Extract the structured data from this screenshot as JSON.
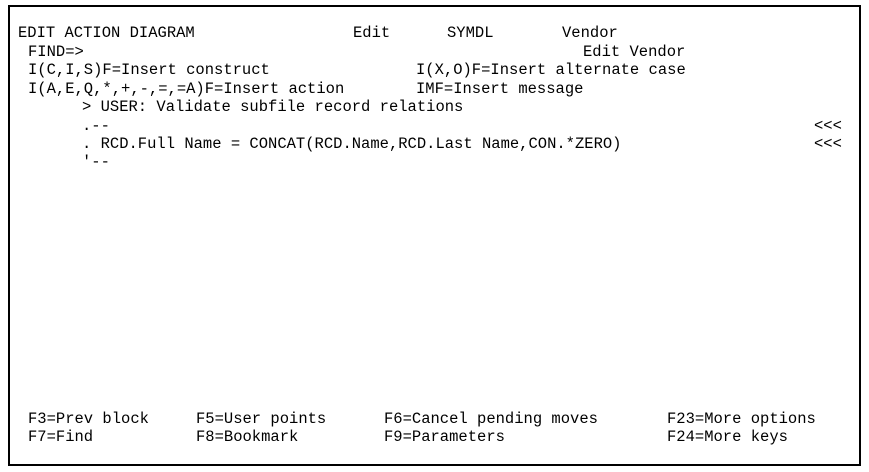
{
  "header": {
    "title": "EDIT ACTION DIAGRAM",
    "mode": "Edit",
    "library": "SYMDL",
    "file": "Vendor",
    "function_name": "Edit Vendor"
  },
  "find": {
    "label": "FIND=>",
    "value": ""
  },
  "instructions": {
    "line1_left": "I(C,I,S)F=Insert construct",
    "line1_right": "I(X,O)F=Insert alternate case",
    "line2_left": "I(A,E,Q,*,+,-,=,=A)F=Insert action",
    "line2_right": "IMF=Insert message"
  },
  "diagram": {
    "block_title": "> USER: Validate subfile record relations",
    "open_line": ".--",
    "statement": ". RCD.Full Name = CONCAT(RCD.Name,RCD.Last Name,CON.*ZERO)",
    "close_line": "'--",
    "marker": "<<<"
  },
  "function_keys": [
    {
      "label": "F3=Prev block"
    },
    {
      "label": "F5=User points"
    },
    {
      "label": "F6=Cancel pending moves"
    },
    {
      "label": "F23=More options"
    },
    {
      "label": "F7=Find"
    },
    {
      "label": "F8=Bookmark"
    },
    {
      "label": "F9=Parameters"
    },
    {
      "label": "F24=More keys"
    }
  ]
}
